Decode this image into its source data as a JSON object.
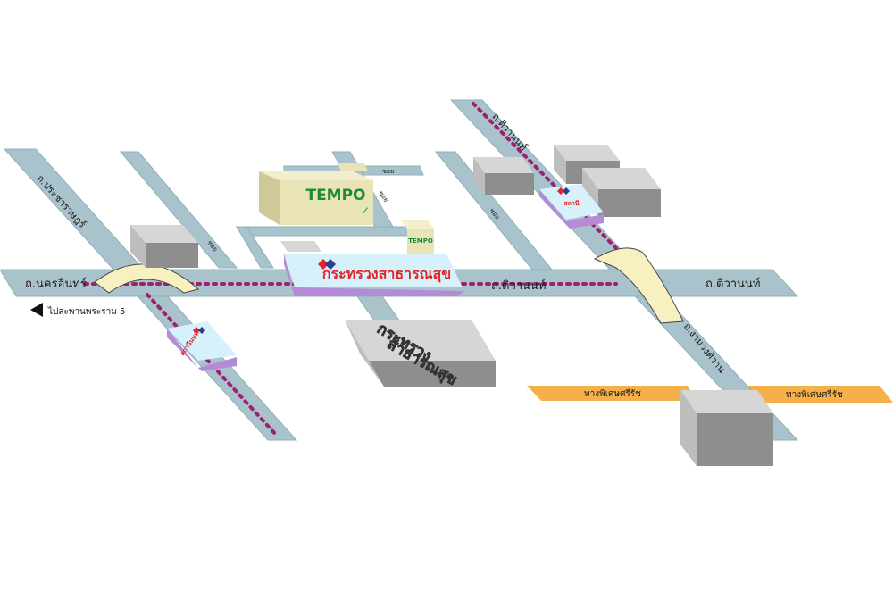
{
  "colors": {
    "road": "#a9c3cc",
    "road_edge": "#8fb0ba",
    "rail_dots": "#a0206f",
    "highway": "#f6b04a",
    "bridge": "#f7f1c2",
    "building_light": "#d6d6d6",
    "building_dark": "#8e8e8e",
    "tempo_building": "#e9e4b8",
    "tempo_text": "#1f8a3a",
    "station_sign": "#d7f1fb",
    "station_sign_side": "#b58ad6",
    "logo_red": "#e0262b",
    "logo_blue": "#2d3b92"
  },
  "roads": {
    "main_west": "ถ.นครอินทร์",
    "main_center": "ถ.ติวานนท์",
    "main_east": "ถ.ติวานนท์",
    "left_diagonal": "ถ.ประชาราษฎร์",
    "right_diagonal_top": "ถ.ติวานนท์",
    "right_diagonal_bottom": "ถ.งามวงศ์วาน",
    "highway_left": "ทางพิเศษศรีรัช",
    "highway_right": "ทางพิเศษศรีรัช",
    "small_road_1": "ซอย",
    "small_road_2": "ซอย",
    "small_road_3": "ซอย",
    "small_road_4": "ซอย"
  },
  "directions": {
    "to_bridge": "ไปสะพานพระราม 5"
  },
  "landmarks": {
    "tempo_main": "TEMPO",
    "tempo_small": "TEMPO",
    "ministry_sign": "กระทรวงสาธารณสุข",
    "ministry_building_line1": "กระทรวง",
    "ministry_building_line2": "สาธารณสุข",
    "station_left_sign": "สถานีนนท์",
    "station_right_sign": "สถานี"
  },
  "icons": {
    "direction_arrow": "arrow-left-icon",
    "station_logo": "mrt-logo-icon"
  }
}
